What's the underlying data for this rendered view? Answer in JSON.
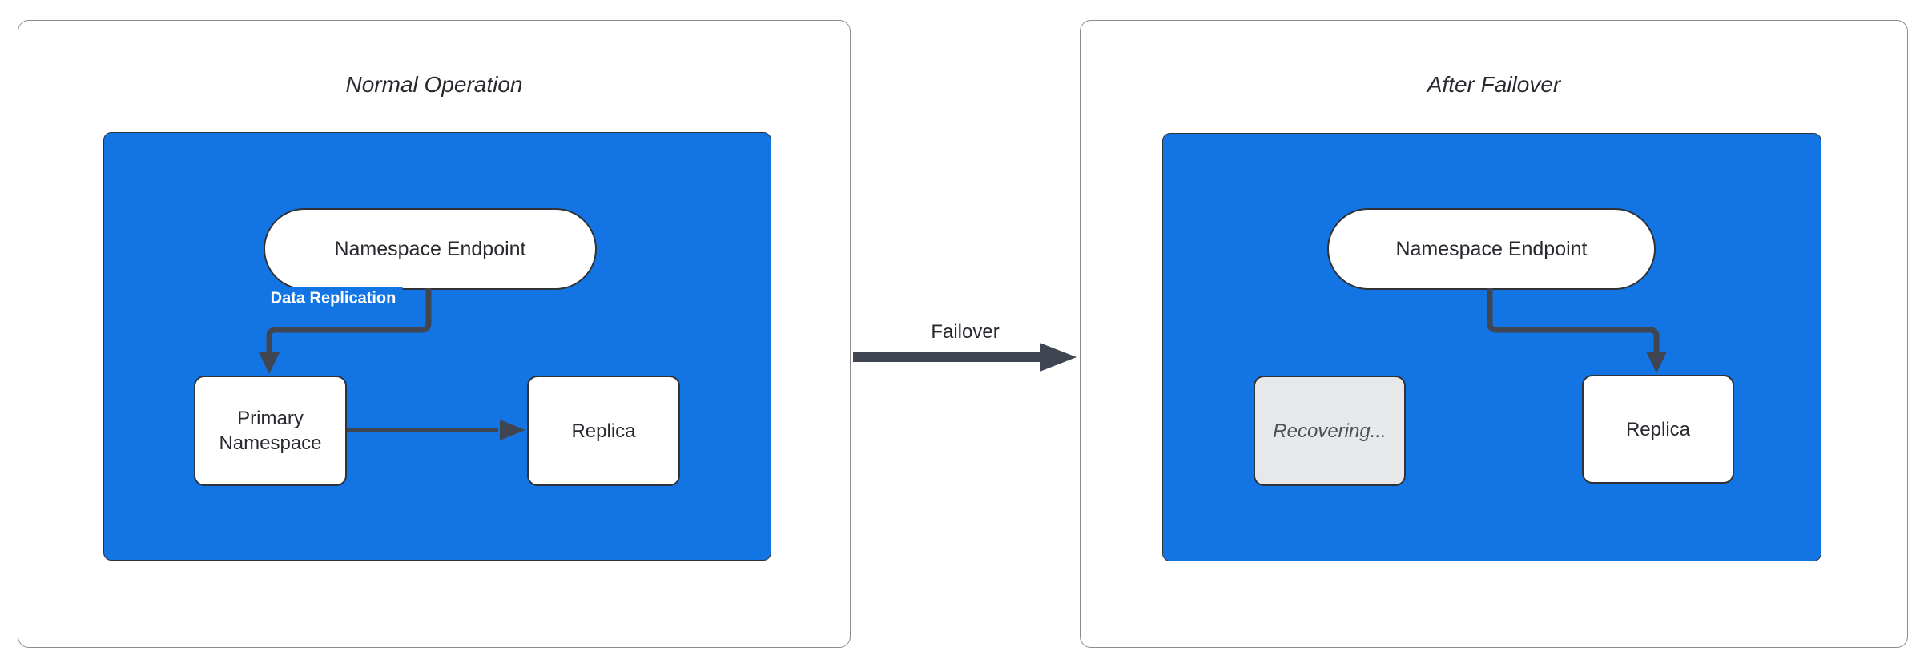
{
  "colors": {
    "cluster_blue": "#1275e3",
    "node_border": "#2f3338",
    "edge": "#3f4651",
    "panel_border": "#8c8c8c",
    "recovering_fill": "#e6e8ea",
    "recovering_text": "#4a5158",
    "text_dark": "#26292e",
    "edge_label_text": "#ffffff"
  },
  "left_panel": {
    "title": "Normal Operation",
    "endpoint": "Namespace Endpoint",
    "primary": "Primary Namespace",
    "replica": "Replica",
    "replication_label": "Data Replication"
  },
  "transition": {
    "label": "Failover"
  },
  "right_panel": {
    "title": "After Failover",
    "endpoint": "Namespace Endpoint",
    "recovering": "Recovering...",
    "replica": "Replica"
  }
}
